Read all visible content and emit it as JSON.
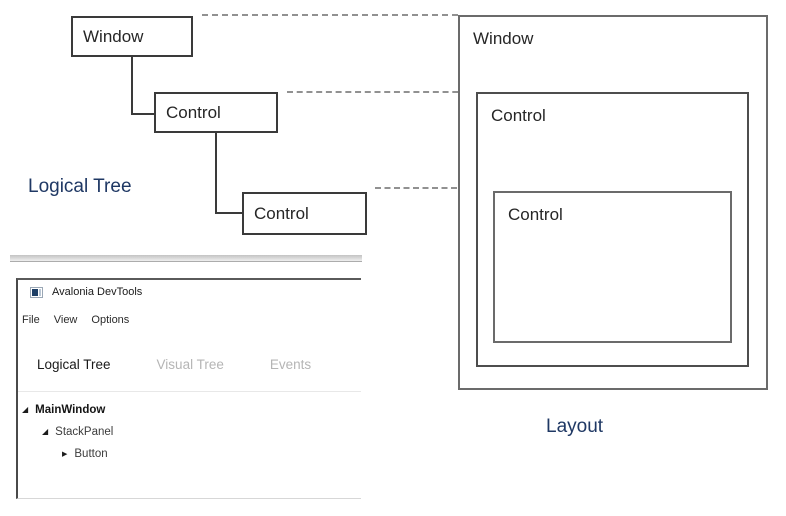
{
  "diagram": {
    "accent_color": "#1f3864",
    "box_border_color": "#3a3a3a",
    "dashed_line_color": "#919191",
    "logical_tree": {
      "label": "Logical Tree",
      "nodes": [
        {
          "label": "Window"
        },
        {
          "label": "Control"
        },
        {
          "label": "Control"
        }
      ]
    },
    "layout": {
      "label": "Layout",
      "boxes": [
        {
          "label": "Window"
        },
        {
          "label": "Control"
        },
        {
          "label": "Control"
        }
      ]
    }
  },
  "devtools": {
    "title": "Avalonia DevTools",
    "app_icon": "window-icon",
    "menu": [
      {
        "label": "File"
      },
      {
        "label": "View"
      },
      {
        "label": "Options"
      }
    ],
    "tabs": [
      {
        "label": "Logical Tree",
        "active": true
      },
      {
        "label": "Visual Tree",
        "active": false
      },
      {
        "label": "Events",
        "active": false
      }
    ],
    "glyphs": {
      "expanded": "◢",
      "collapsed": "▶"
    },
    "tree": [
      {
        "label": "MainWindow",
        "state": "expanded",
        "bold": true
      },
      {
        "label": "StackPanel",
        "state": "expanded",
        "bold": false
      },
      {
        "label": "Button",
        "state": "collapsed",
        "bold": false
      }
    ]
  }
}
